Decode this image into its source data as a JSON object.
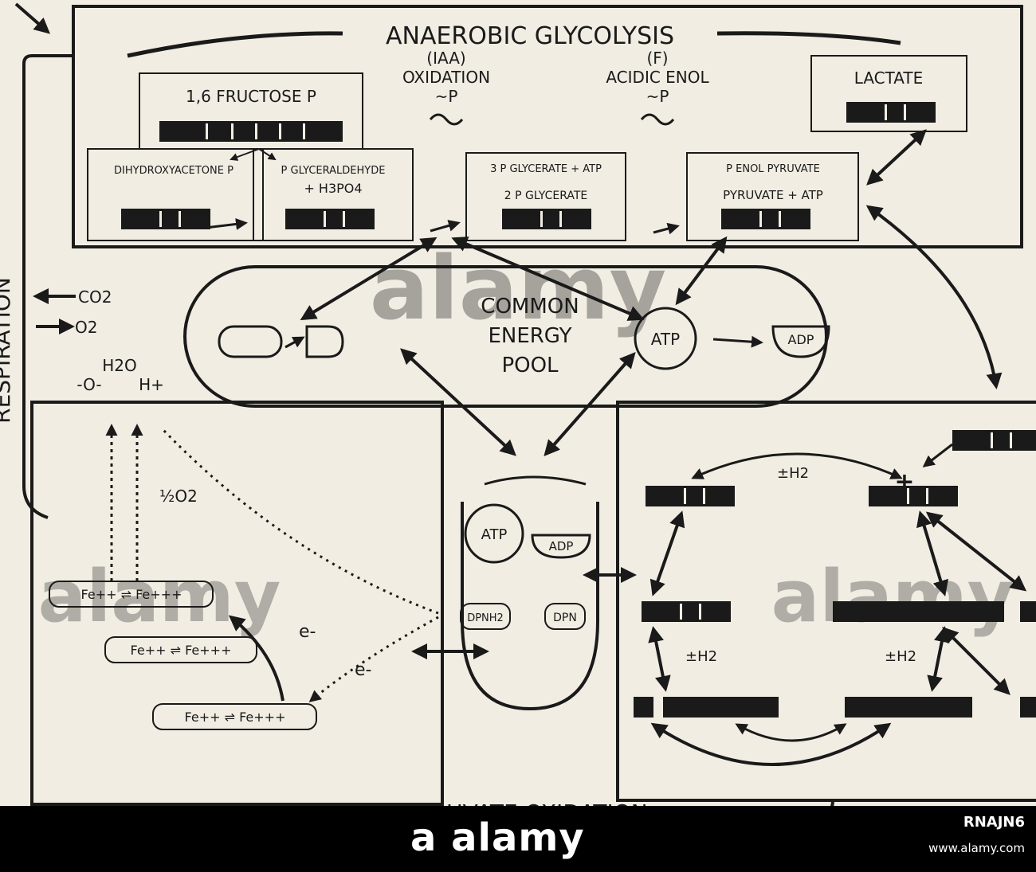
{
  "diagram": {
    "glycolysis_title": "ANAEROBIC GLYCOLYSIS",
    "iaa_label": "(IAA)",
    "oxidation_label": "OXIDATION",
    "oxidation_p": "~P",
    "f_label": "(F)",
    "acidic_enol_label": "ACIDIC ENOL",
    "acidic_enol_p": "~P",
    "fructose_label": "1,6 FRUCTOSE P",
    "dihydroxyacetone_label": "DIHYDROXYACETONE P",
    "glyceraldehyde_label_1": "P GLYCERALDEHYDE",
    "glyceraldehyde_label_2": "+ H3PO4",
    "glycerate_label_1": "3 P GLYCERATE + ATP",
    "glycerate_label_2": "2 P GLYCERATE",
    "enolpyruvate_label_1": "P ENOL PYRUVATE",
    "enolpyruvate_label_2": "PYRUVATE + ATP",
    "lactate_label": "LACTATE",
    "pool_label_1": "COMMON",
    "pool_label_2": "ENERGY",
    "pool_label_3": "POOL",
    "atp": "ATP",
    "adp": "ADP",
    "dpnh2": "DPNH2",
    "dpn": "DPN",
    "respiration_label": "RESPIRATION",
    "co2": "CO2",
    "o2": "O2",
    "h2o": "H2O",
    "oh_minus": "-O-",
    "h_plus": "H+",
    "half_o2": "½O2",
    "fe_couple": "Fe++ ⇌ Fe+++",
    "electron": "e-",
    "pm_h2": "±H2",
    "pyruvate_oxidation_label": "PYRUVATE OXIDATION"
  },
  "watermark": "alamy",
  "footer": {
    "logo": "a alamy",
    "code": "RNAJN6",
    "url": "www.alamy.com"
  }
}
